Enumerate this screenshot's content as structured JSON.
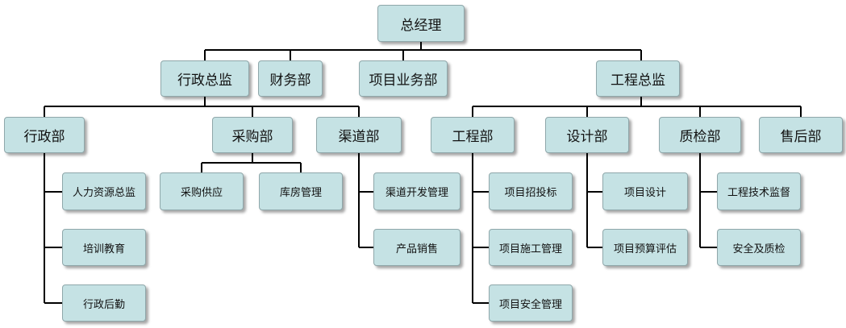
{
  "org_chart": {
    "ceo": "总经理",
    "level1": {
      "admin_director": "行政总监",
      "finance": "财务部",
      "project_business": "项目业务部",
      "engineering_director": "工程总监"
    },
    "level2": {
      "admin_dept": "行政部",
      "purchasing": "采购部",
      "channel": "渠道部",
      "engineering_dept": "工程部",
      "design": "设计部",
      "quality": "质检部",
      "after_sales": "售后部"
    },
    "level3": {
      "hr_director": "人力资源总监",
      "training": "培训教育",
      "admin_logistics": "行政后勤",
      "purchase_supply": "采购供应",
      "warehouse": "库房管理",
      "channel_dev": "渠道开发管理",
      "product_sales": "产品销售",
      "bidding": "项目招投标",
      "construction": "项目施工管理",
      "safety": "项目安全管理",
      "project_design": "项目设计",
      "budget_eval": "项目预算评估",
      "tech_supervision": "工程技术监督",
      "safety_quality": "安全及质检"
    }
  },
  "colors": {
    "box_fill": "#c5e2e4",
    "box_border": "#8fa7aa",
    "connector": "#000000"
  }
}
